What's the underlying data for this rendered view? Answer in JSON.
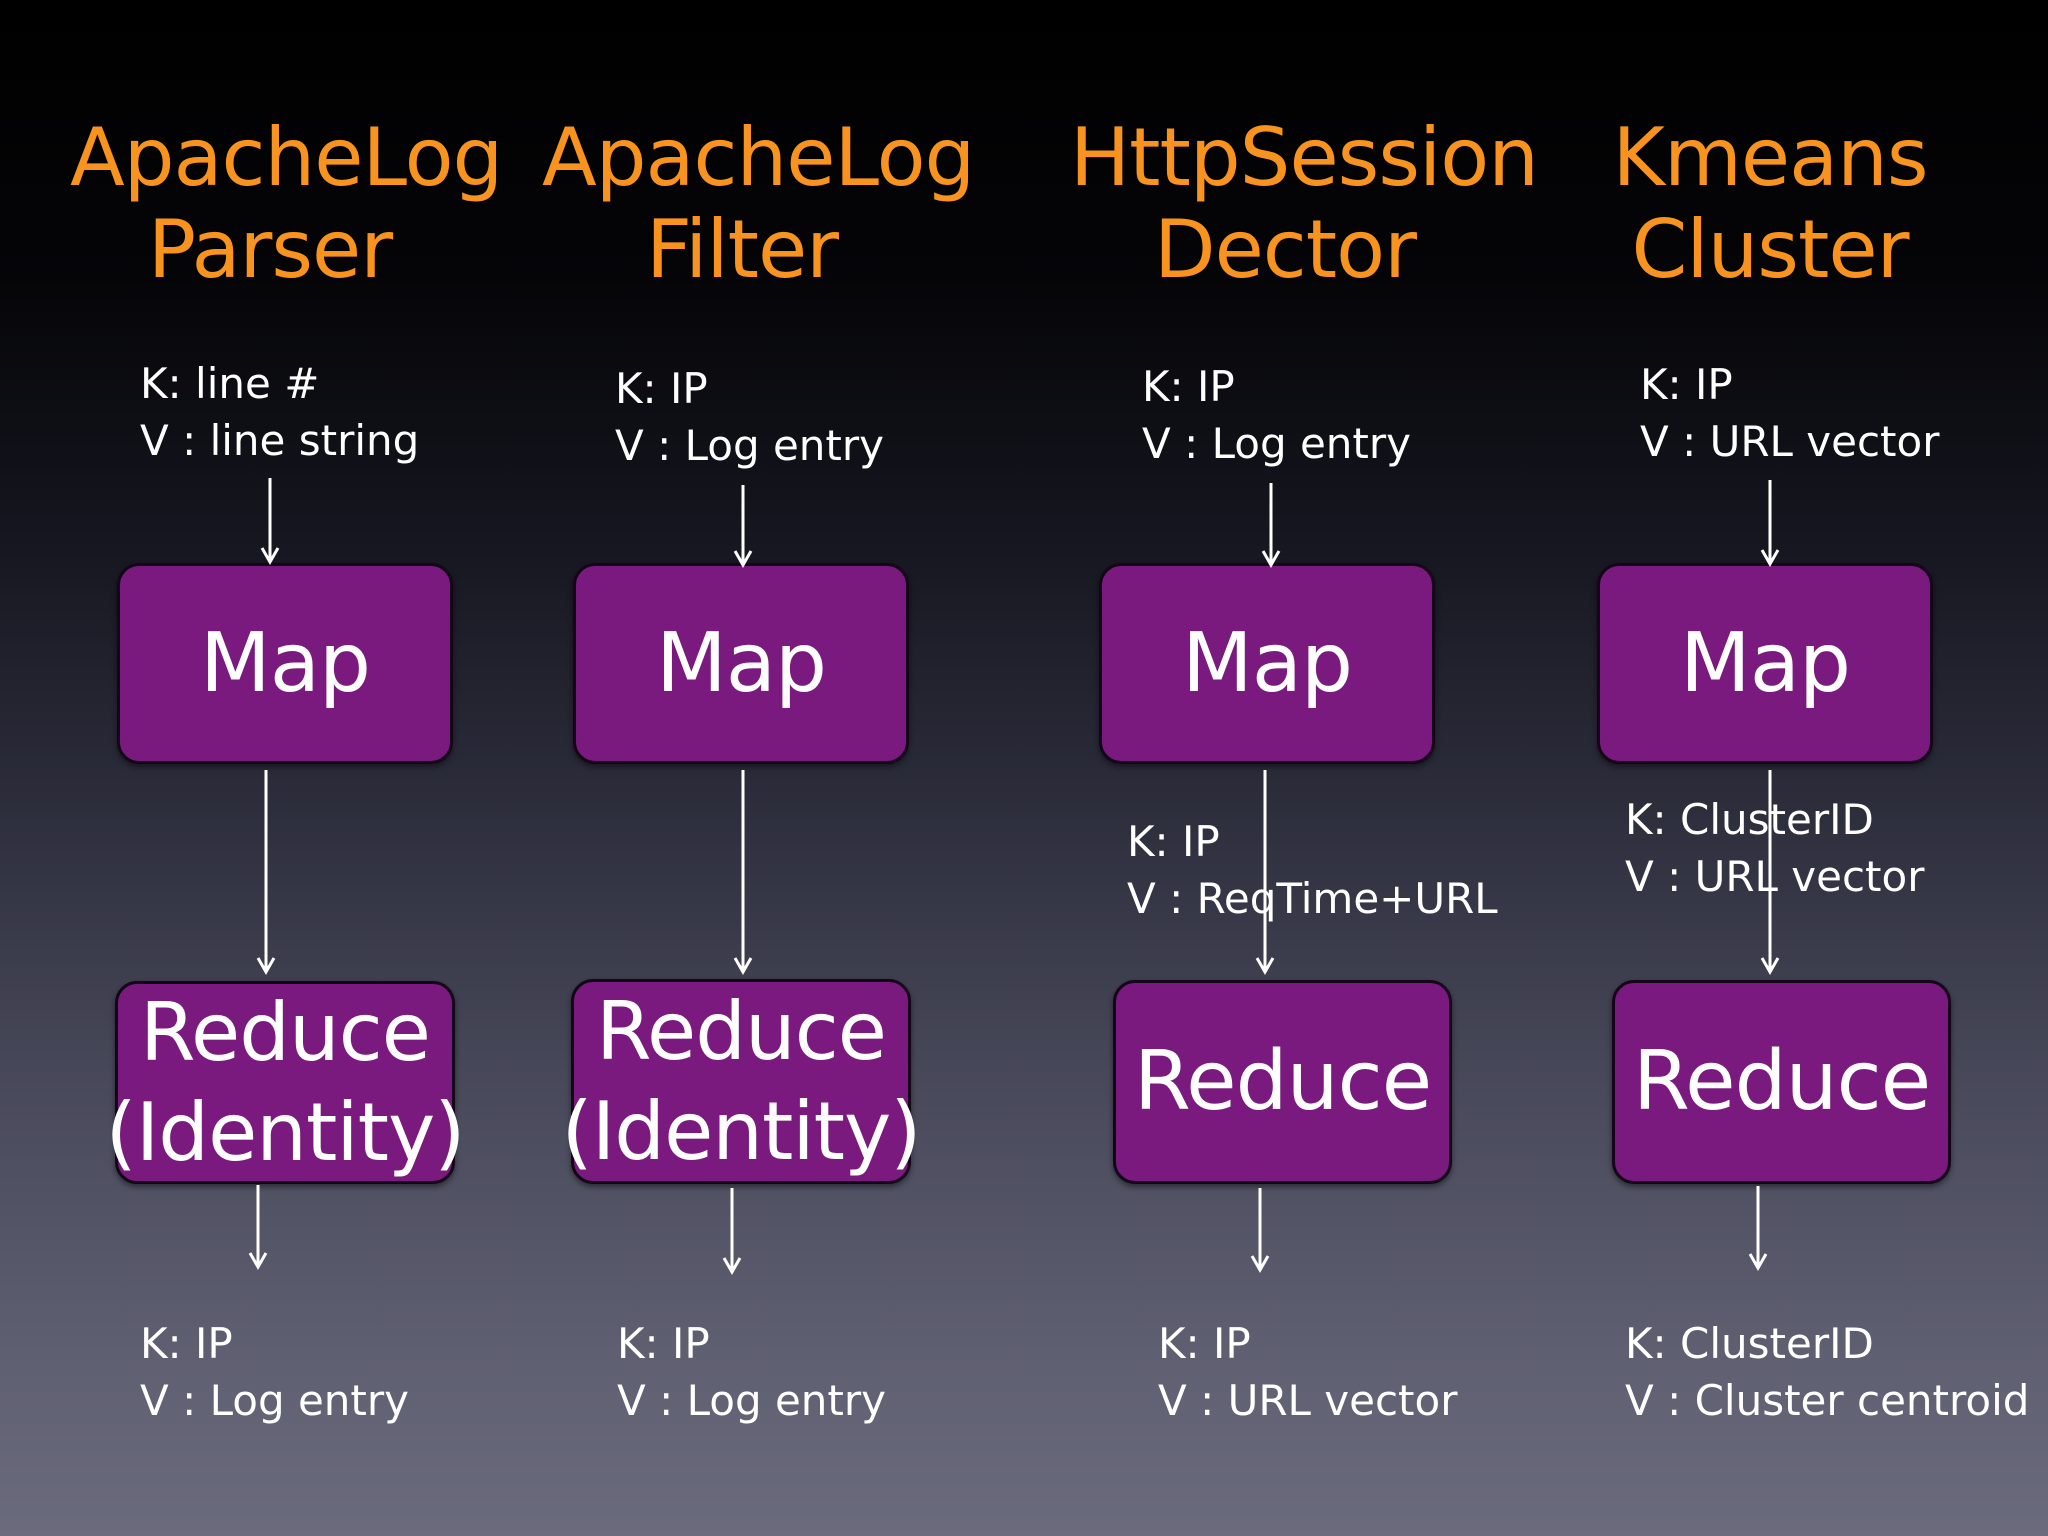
{
  "pipelines": [
    {
      "title_line1": "ApacheLog",
      "title_line2": "Parser",
      "input_k": "K: line #",
      "input_v": "V : line string",
      "map_label": "Map",
      "reduce_line1": "Reduce",
      "reduce_line2": "(Identity)",
      "output_k": "K: IP",
      "output_v": "V : Log entry"
    },
    {
      "title_line1": "ApacheLog",
      "title_line2": "Filter",
      "input_k": "K: IP",
      "input_v": "V : Log entry",
      "map_label": "Map",
      "reduce_line1": "Reduce",
      "reduce_line2": "(Identity)",
      "output_k": "K: IP",
      "output_v": "V : Log entry"
    },
    {
      "title_line1": "HttpSession",
      "title_line2": "Dector",
      "input_k": "K: IP",
      "input_v": "V : Log entry",
      "map_label": "Map",
      "mid_k": "K: IP",
      "mid_v": "V : ReqTime+URL",
      "reduce_line1": "Reduce",
      "output_k": "K: IP",
      "output_v": "V : URL vector"
    },
    {
      "title_line1": "Kmeans",
      "title_line2": "Cluster",
      "input_k": "K: IP",
      "input_v": "V : URL vector",
      "map_label": "Map",
      "mid_k": "K: ClusterID",
      "mid_v": "V : URL vector",
      "reduce_line1": "Reduce",
      "output_k": "K: ClusterID",
      "output_v": "V : Cluster centroid"
    }
  ],
  "colors": {
    "title": "#f7931e",
    "box_fill": "#7a1a7e",
    "text": "#ffffff"
  }
}
